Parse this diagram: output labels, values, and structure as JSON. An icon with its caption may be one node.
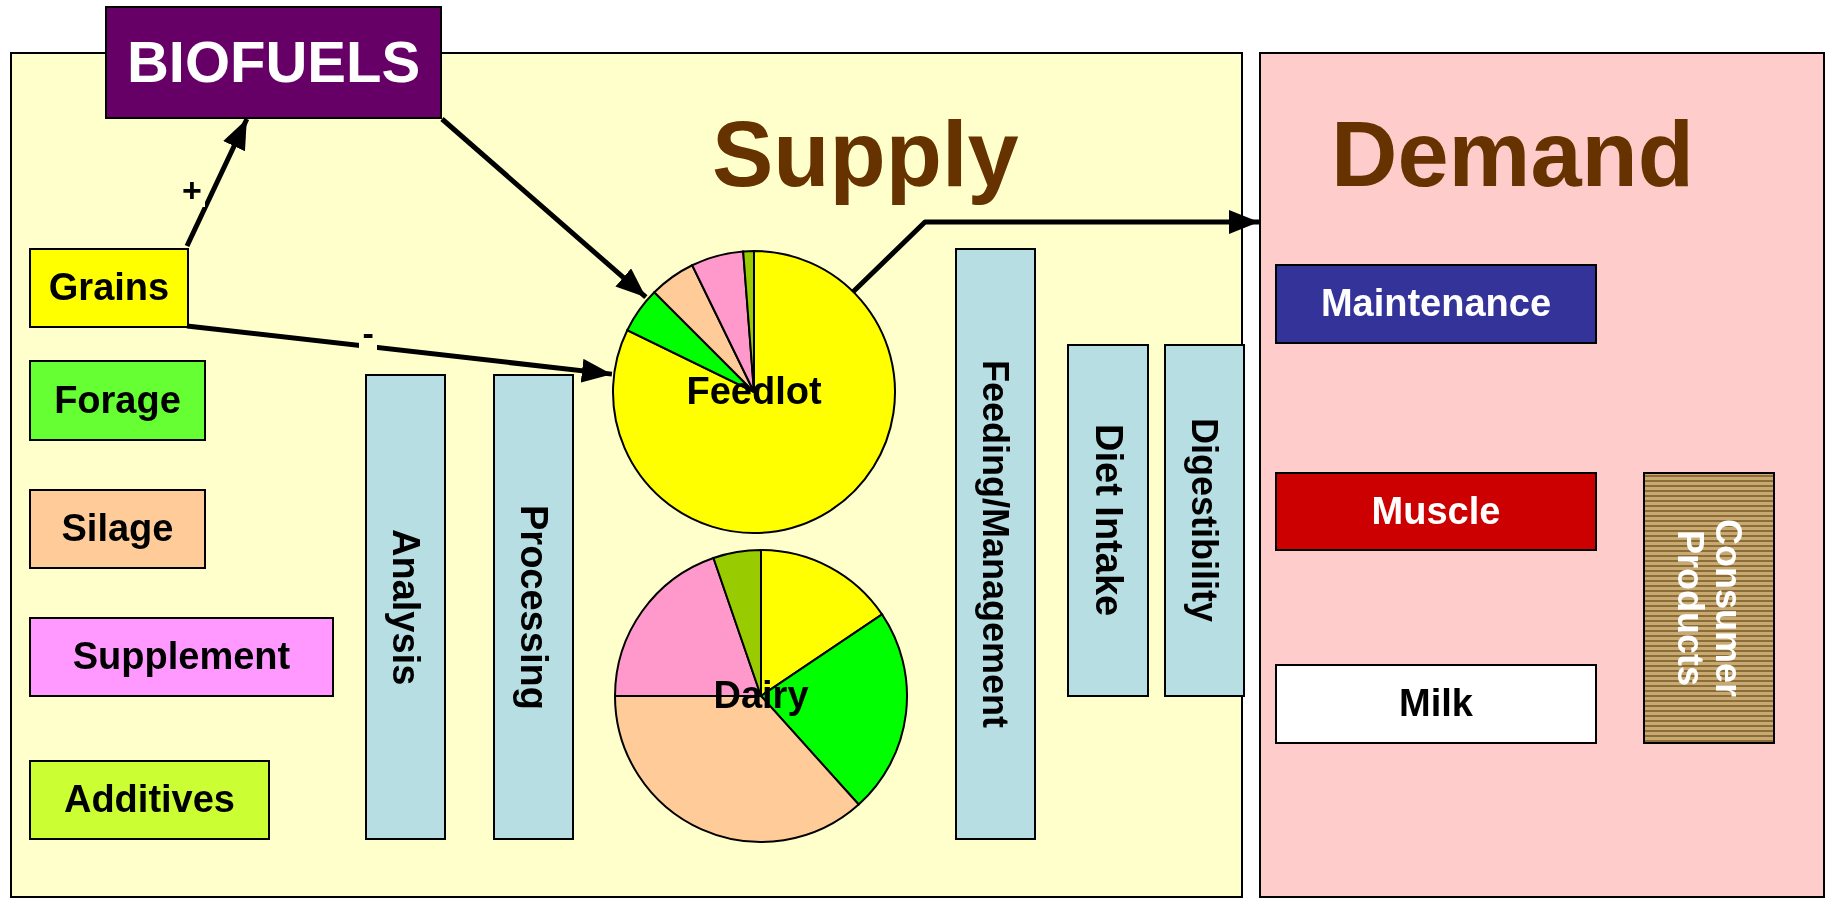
{
  "diagram": {
    "nodes": [
      {
        "text": [
          "Supply"
        ]
      },
      {
        "text": [
          "Demand"
        ]
      },
      {
        "text": [
          "BIOFUELS"
        ]
      },
      {
        "text": [
          "Grains"
        ],
        "in": 0
      },
      {
        "text": [
          "Forage"
        ],
        "in": 0
      },
      {
        "text": [
          "Silage"
        ],
        "in": 0
      },
      {
        "text": [
          "Supplement"
        ],
        "in": 0
      },
      {
        "text": [
          "Additives"
        ],
        "in": 0
      },
      {
        "text": [
          "Analysis"
        ],
        "in": 0
      },
      {
        "text": [
          "Processing"
        ],
        "in": 0
      },
      {
        "text": [
          "Feedlot"
        ],
        "in": 0
      },
      {
        "text": [
          "Dairy"
        ],
        "in": 0
      },
      {
        "text": [
          "Feeding/Management"
        ],
        "in": 0
      },
      {
        "text": [
          "Diet Intake"
        ],
        "in": 0
      },
      {
        "text": [
          "Digestibility"
        ],
        "in": 0
      },
      {
        "text": [
          "Maintenance"
        ],
        "in": 1
      },
      {
        "text": [
          "Muscle"
        ],
        "in": 1
      },
      {
        "text": [
          "Milk"
        ],
        "in": 1
      },
      {
        "text": [
          "Consumer Products"
        ],
        "in": 1
      }
    ],
    "edges": [
      {
        "from": 3,
        "to": 2,
        "arrow": "to",
        "label": "+"
      },
      {
        "from": 3,
        "to": 10,
        "arrow": "to",
        "label": "-"
      },
      {
        "from": 2,
        "to": 10,
        "arrow": "to"
      },
      {
        "from": 10,
        "to": 1,
        "arrow": "to"
      }
    ]
  }
}
